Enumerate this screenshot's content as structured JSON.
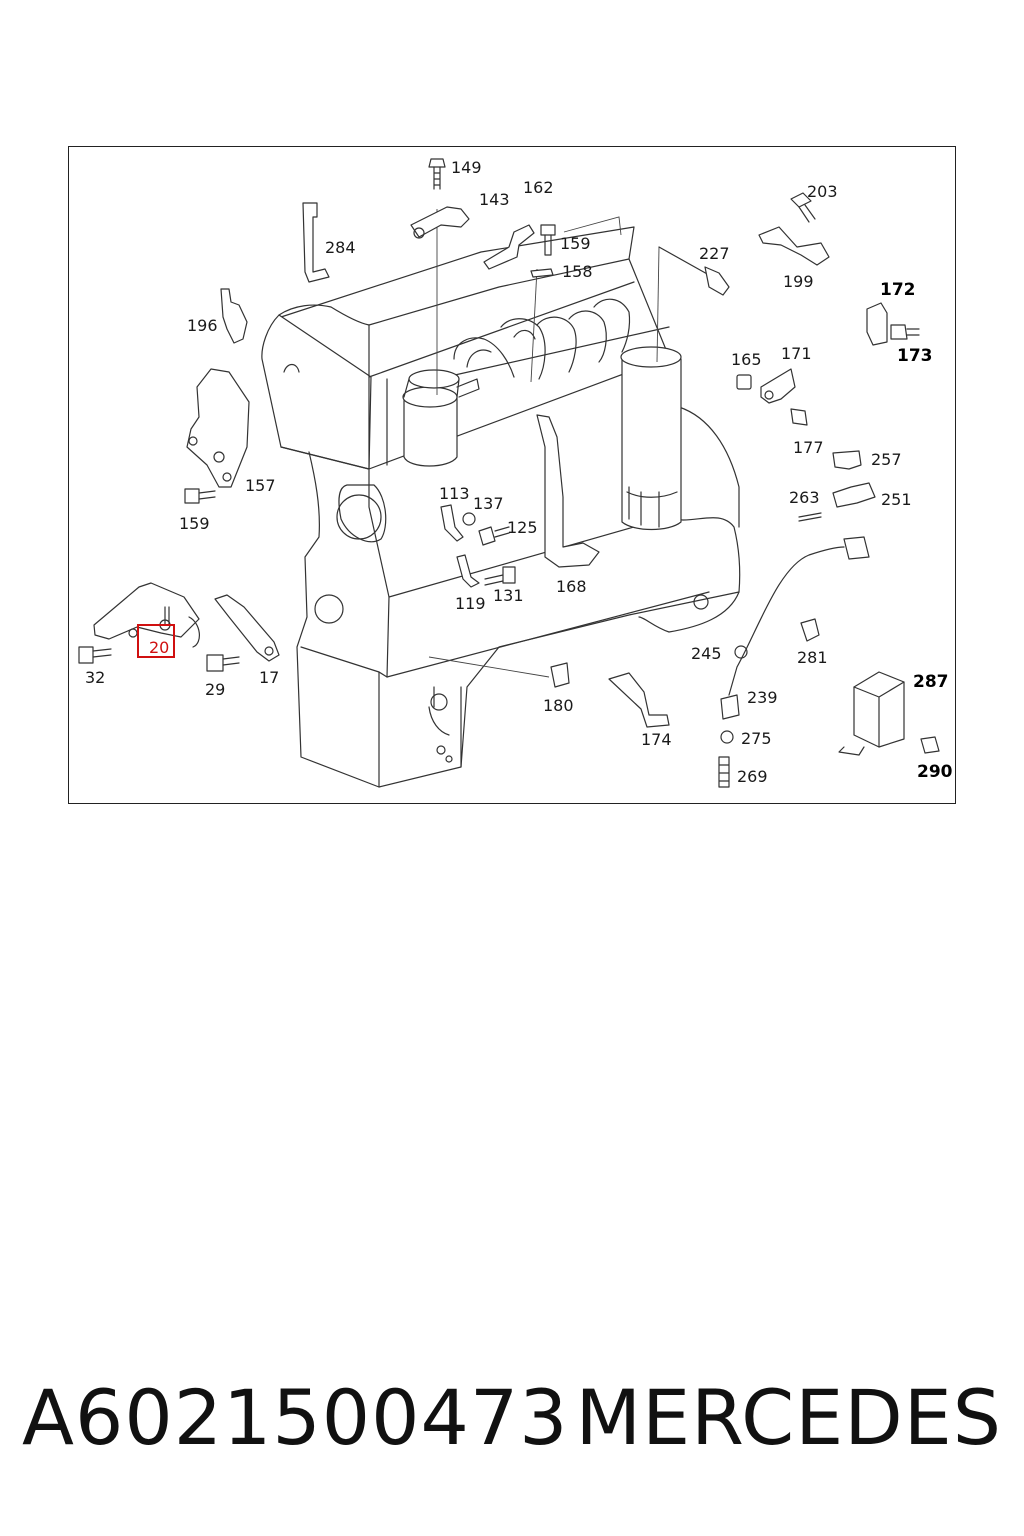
{
  "diagram": {
    "highlight_color": "#d01010",
    "highlighted_part": "20",
    "callouts": [
      {
        "id": "149",
        "label": "149",
        "bold": false
      },
      {
        "id": "143",
        "label": "143",
        "bold": false
      },
      {
        "id": "162",
        "label": "162",
        "bold": false
      },
      {
        "id": "159a",
        "label": "159",
        "bold": false
      },
      {
        "id": "158",
        "label": "158",
        "bold": false
      },
      {
        "id": "284",
        "label": "284",
        "bold": false
      },
      {
        "id": "227",
        "label": "227",
        "bold": false
      },
      {
        "id": "203",
        "label": "203",
        "bold": false
      },
      {
        "id": "199",
        "label": "199",
        "bold": false
      },
      {
        "id": "172",
        "label": "172",
        "bold": true
      },
      {
        "id": "173",
        "label": "173",
        "bold": true
      },
      {
        "id": "196",
        "label": "196",
        "bold": false
      },
      {
        "id": "165",
        "label": "165",
        "bold": false
      },
      {
        "id": "171",
        "label": "171",
        "bold": false
      },
      {
        "id": "177",
        "label": "177",
        "bold": false
      },
      {
        "id": "257",
        "label": "257",
        "bold": false
      },
      {
        "id": "157",
        "label": "157",
        "bold": false
      },
      {
        "id": "159b",
        "label": "159",
        "bold": false
      },
      {
        "id": "113",
        "label": "113",
        "bold": false
      },
      {
        "id": "137",
        "label": "137",
        "bold": false
      },
      {
        "id": "125",
        "label": "125",
        "bold": false
      },
      {
        "id": "263",
        "label": "263",
        "bold": false
      },
      {
        "id": "251",
        "label": "251",
        "bold": false
      },
      {
        "id": "119",
        "label": "119",
        "bold": false
      },
      {
        "id": "131",
        "label": "131",
        "bold": false
      },
      {
        "id": "168",
        "label": "168",
        "bold": false
      },
      {
        "id": "20",
        "label": "20",
        "bold": false
      },
      {
        "id": "32",
        "label": "32",
        "bold": false
      },
      {
        "id": "29",
        "label": "29",
        "bold": false
      },
      {
        "id": "17",
        "label": "17",
        "bold": false
      },
      {
        "id": "245",
        "label": "245",
        "bold": false
      },
      {
        "id": "281",
        "label": "281",
        "bold": false
      },
      {
        "id": "287",
        "label": "287",
        "bold": true
      },
      {
        "id": "180",
        "label": "180",
        "bold": false
      },
      {
        "id": "239",
        "label": "239",
        "bold": false
      },
      {
        "id": "174",
        "label": "174",
        "bold": false
      },
      {
        "id": "275",
        "label": "275",
        "bold": false
      },
      {
        "id": "290",
        "label": "290",
        "bold": true
      },
      {
        "id": "269",
        "label": "269",
        "bold": false
      }
    ]
  },
  "footer": {
    "part_number": "A6021500473",
    "brand": "MERCEDES"
  }
}
